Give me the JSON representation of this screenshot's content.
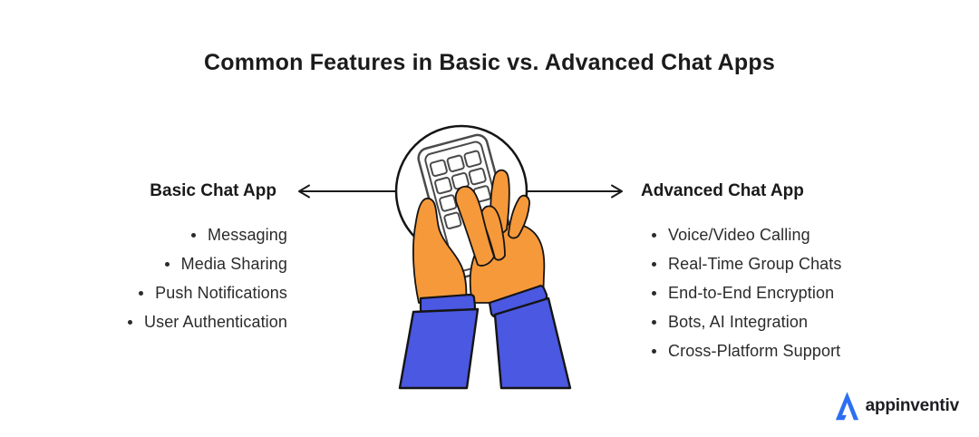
{
  "title": "Common Features in Basic vs. Advanced Chat Apps",
  "left": {
    "heading": "Basic Chat App",
    "items": [
      "Messaging",
      "Media Sharing",
      "Push Notifications",
      "User Authentication"
    ]
  },
  "right": {
    "heading": "Advanced Chat App",
    "items": [
      "Voice/Video Calling",
      "Real-Time Group Chats",
      "End-to-End Encryption",
      "Bots, AI Integration",
      "Cross-Platform Support"
    ]
  },
  "illustration": {
    "name": "hands-typing-on-smartphone",
    "icons": [
      "left-arrow-icon",
      "right-arrow-icon",
      "phone-keypad-icon",
      "left-hand-icon",
      "right-hand-icon"
    ]
  },
  "brand": {
    "name": "appinventiv",
    "mark": "appinventiv-triangle-logo"
  },
  "colors": {
    "hand_orange": "#F6993B",
    "sleeve_blue": "#4A58E2",
    "brand_blue": "#2D6FF2",
    "outline": "#141414",
    "phone_gray": "#4A4A4A",
    "title_dark": "#1B1B1B",
    "body_text": "#2B2B2B",
    "white": "#FFFFFF"
  }
}
